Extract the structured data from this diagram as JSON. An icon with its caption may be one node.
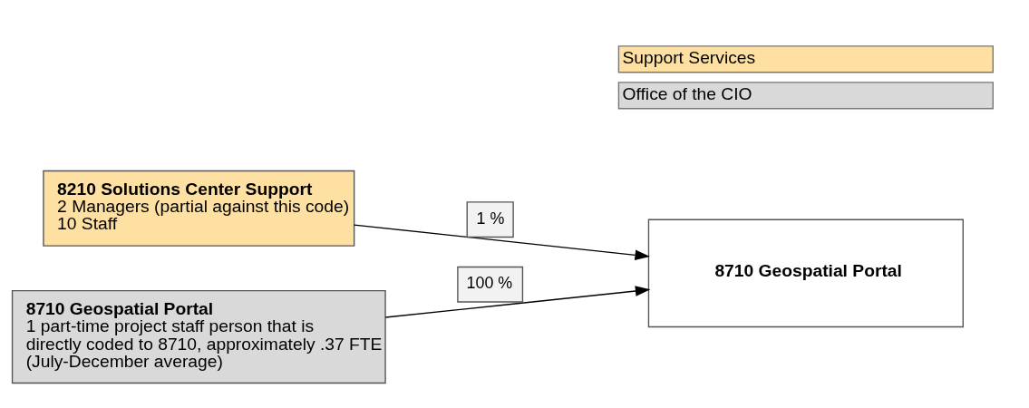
{
  "diagram": {
    "nodes": [
      {
        "text": [
          "8210 Solutions Center Support",
          "2 Managers (partial against this code)",
          "10 Staff"
        ]
      },
      {
        "text": [
          "8710 Geospatial Portal",
          "1 part-time project staff person that is directly coded to 8710, approximately .37 FTE (July-December average)"
        ]
      },
      {
        "text": [
          "8710 Geospatial Portal"
        ]
      }
    ],
    "edges": [
      {
        "from": 0,
        "to": 2,
        "arrow": "to",
        "label": "1 %"
      },
      {
        "from": 1,
        "to": 2,
        "arrow": "to",
        "label": "100 %"
      }
    ],
    "legend": [
      {
        "text": "Support Services",
        "color": "#fde0a2"
      },
      {
        "text": "Office of the CIO",
        "color": "#d9d9d9"
      }
    ]
  }
}
